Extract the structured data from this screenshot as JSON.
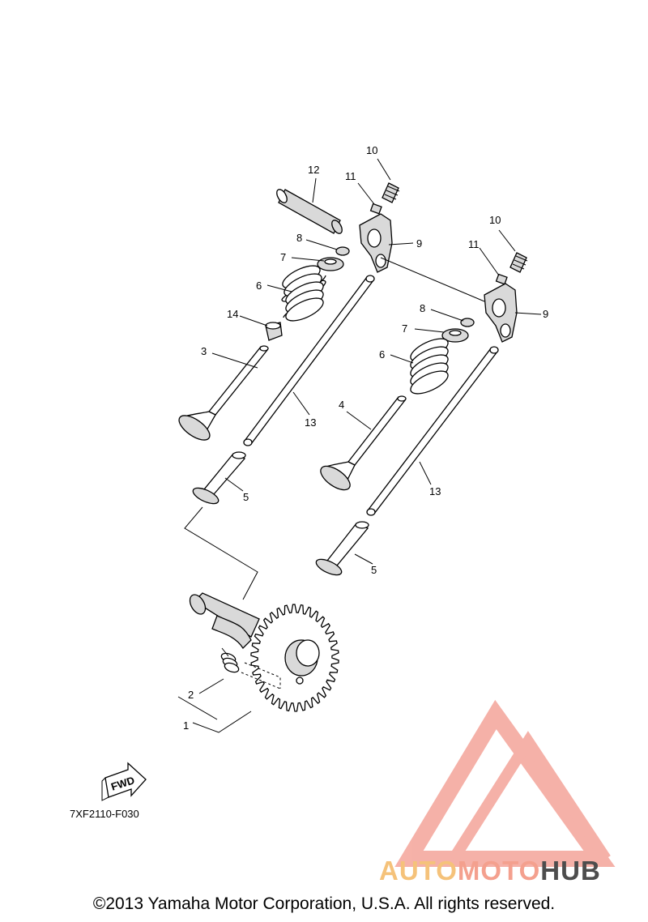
{
  "callouts": [
    {
      "id": "c10a",
      "label": "10"
    },
    {
      "id": "c12",
      "label": "12"
    },
    {
      "id": "c11a",
      "label": "11"
    },
    {
      "id": "c8a",
      "label": "8"
    },
    {
      "id": "c9a",
      "label": "9"
    },
    {
      "id": "c7a",
      "label": "7"
    },
    {
      "id": "c6a",
      "label": "6"
    },
    {
      "id": "c14",
      "label": "14"
    },
    {
      "id": "c3",
      "label": "3"
    },
    {
      "id": "c13a",
      "label": "13"
    },
    {
      "id": "c10b",
      "label": "10"
    },
    {
      "id": "c11b",
      "label": "11"
    },
    {
      "id": "c8b",
      "label": "8"
    },
    {
      "id": "c9b",
      "label": "9"
    },
    {
      "id": "c7b",
      "label": "7"
    },
    {
      "id": "c6b",
      "label": "6"
    },
    {
      "id": "c4",
      "label": "4"
    },
    {
      "id": "c5a",
      "label": "5"
    },
    {
      "id": "c13b",
      "label": "13"
    },
    {
      "id": "c5b",
      "label": "5"
    },
    {
      "id": "c2",
      "label": "2"
    },
    {
      "id": "c1",
      "label": "1"
    }
  ],
  "fwd_label": "FWD",
  "diagram_code": "7XF2110-F030",
  "watermark": {
    "part1": "AUTO",
    "part2": "MOTO",
    "part3": "HUB",
    "color1": "#f5c27a",
    "color2": "#f4a08e",
    "color3": "#4d4d4d",
    "logo_color": "#f4a49a"
  },
  "copyright": "©2013 Yamaha Motor Corporation, U.S.A. All rights reserved."
}
